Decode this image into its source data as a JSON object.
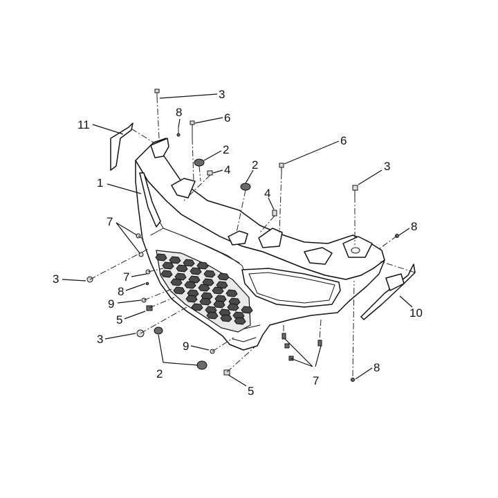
{
  "callouts": [
    {
      "id": "c1",
      "text": "1"
    },
    {
      "id": "c2a",
      "text": "2"
    },
    {
      "id": "c2b",
      "text": "2"
    },
    {
      "id": "c2c",
      "text": "2"
    },
    {
      "id": "c3a",
      "text": "3"
    },
    {
      "id": "c3b",
      "text": "3"
    },
    {
      "id": "c3c",
      "text": "3"
    },
    {
      "id": "c3d",
      "text": "3"
    },
    {
      "id": "c4a",
      "text": "4"
    },
    {
      "id": "c4b",
      "text": "4"
    },
    {
      "id": "c5a",
      "text": "5"
    },
    {
      "id": "c5b",
      "text": "5"
    },
    {
      "id": "c6a",
      "text": "6"
    },
    {
      "id": "c6b",
      "text": "6"
    },
    {
      "id": "c7a",
      "text": "7"
    },
    {
      "id": "c7b",
      "text": "7"
    },
    {
      "id": "c7c",
      "text": "7"
    },
    {
      "id": "c8a",
      "text": "8"
    },
    {
      "id": "c8b",
      "text": "8"
    },
    {
      "id": "c8c",
      "text": "8"
    },
    {
      "id": "c8d",
      "text": "8"
    },
    {
      "id": "c9a",
      "text": "9"
    },
    {
      "id": "c9b",
      "text": "9"
    },
    {
      "id": "c10",
      "text": "10"
    },
    {
      "id": "c11",
      "text": "11"
    }
  ]
}
